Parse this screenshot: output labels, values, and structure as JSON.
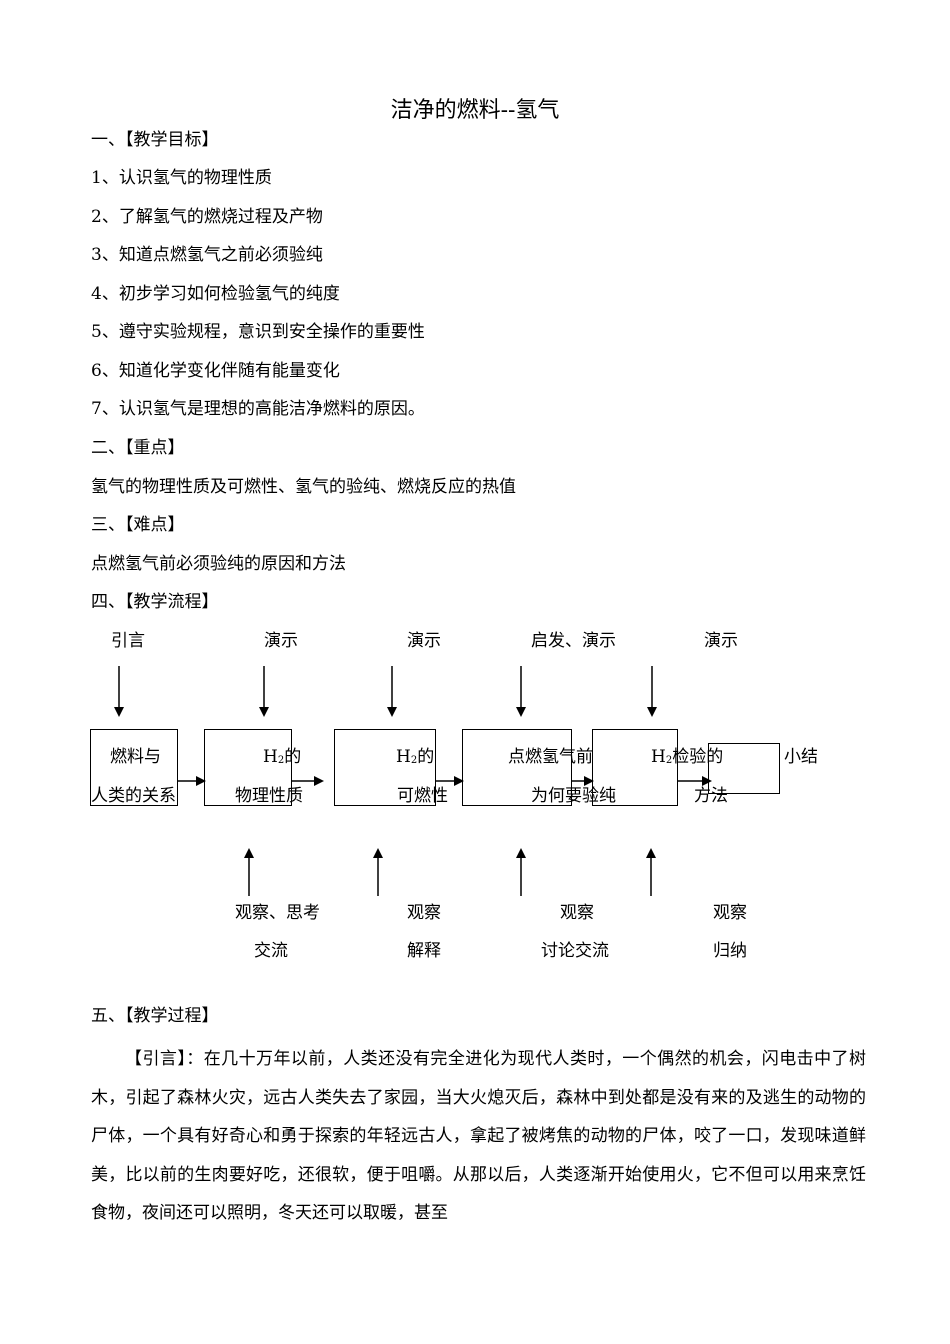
{
  "title": "洁净的燃料--氢气",
  "sections": {
    "s1_heading": "一、【教学目标】",
    "objectives": [
      "1、认识氢气的物理性质",
      "2、了解氢气的燃烧过程及产物",
      "3、知道点燃氢气之前必须验纯",
      "4、初步学习如何检验氢气的纯度",
      "5、遵守实验规程，意识到安全操作的重要性",
      "6、知道化学变化伴随有能量变化",
      "7、认识氢气是理想的高能洁净燃料的原因。"
    ],
    "s2_heading": "二、【重点】",
    "s2_text": "氢气的物理性质及可燃性、氢气的验纯、燃烧反应的热值",
    "s3_heading": "三、【难点】",
    "s3_text": "点燃氢气前必须验纯的原因和方法",
    "s4_heading": "四、【教学流程】",
    "s5_heading": "五、【教学过程】"
  },
  "flow": {
    "top_labels": [
      "引言",
      "演示",
      "演示",
      "启发、演示",
      "演示"
    ],
    "boxes": [
      {
        "line1": "燃料与",
        "line2": "人类的关系"
      },
      {
        "prefix": "H",
        "sub": "2",
        "line1": "的",
        "line2": "物理性质"
      },
      {
        "prefix": "H",
        "sub": "2",
        "line1": "的",
        "line2": "可燃性"
      },
      {
        "line1": "点燃氢气前",
        "line2": "为何要验纯"
      },
      {
        "prefix": "H",
        "sub": "2",
        "line1": "检验的",
        "line2": "方法"
      },
      {
        "line1": "小结"
      }
    ],
    "bottom_labels": [
      {
        "line1": "观察、思考",
        "line2": "交流"
      },
      {
        "line1": "观察",
        "line2": "解释"
      },
      {
        "line1": "观察",
        "line2": "讨论交流"
      },
      {
        "line1": "观察",
        "line2": "归纳"
      }
    ]
  },
  "intro": {
    "text": "【引言】：在几十万年以前，人类还没有完全进化为现代人类时，一个偶然的机会，闪电击中了树木，引起了森林火灾，远古人类失去了家园，当大火熄灭后，森林中到处都是没有来的及逃生的动物的尸体，一个具有好奇心和勇于探索的年轻远古人，拿起了被烤焦的动物的尸体，咬了一口，发现味道鲜美，比以前的生肉要好吃，还很软，便于咀嚼。从那以后，人类逐渐开始使用火，它不但可以用来烹饪食物，夜间还可以照明，冬天还可以取暖，甚至"
  }
}
